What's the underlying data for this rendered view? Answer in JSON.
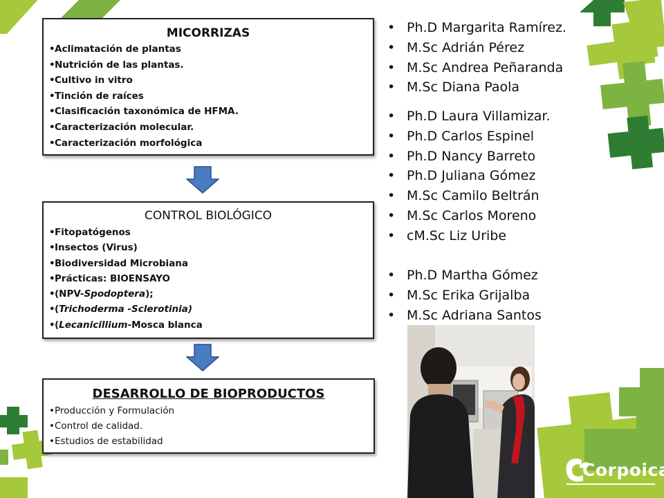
{
  "colors": {
    "green_dark": "#2e7d32",
    "green_mid": "#7cb342",
    "green_light": "#a5c93a",
    "arrow_fill": "#4a7cc4",
    "arrow_stroke": "#2a4f8a"
  },
  "micorrizas": {
    "title": "MICORRIZAS",
    "items": [
      "Aclimatación de plantas",
      "Nutrición de las plantas.",
      "Cultivo in vitro",
      "Tinción de raíces",
      "Clasificación taxonómica de HFMA.",
      "Caracterización molecular.",
      "Caracterización morfológica"
    ]
  },
  "control": {
    "title": "CONTROL BIOLÓGICO",
    "items": [
      "Fitopatógenos",
      "Insectos (Virus)",
      "Biodiversidad Microbiana",
      "Prácticas: BIOENSAYO"
    ],
    "practicas": [
      {
        "open": "(NPV-",
        "italic": "Spodoptera",
        "close": ");"
      },
      {
        "open": "(",
        "italic": "Trichoderma -Sclerotinia)",
        "close": ""
      },
      {
        "open": "(",
        "italic": "Lecanicillium",
        "close": "-Mosca blanca"
      }
    ]
  },
  "desarrollo": {
    "title": "DESARROLLO DE BIOPRODUCTOS",
    "items": [
      "Producción y Formulación",
      "Control de calidad.",
      "Estudios de estabilidad"
    ]
  },
  "names_group_1": [
    "Ph.D Margarita Ramírez.",
    "M.Sc Adrián Pérez",
    "M.Sc Andrea Peñaranda",
    "M.Sc Diana Paola"
  ],
  "names_group_2": [
    "Ph.D Laura Villamizar.",
    "Ph.D Carlos Espinel",
    "Ph.D Nancy Barreto",
    "Ph.D Juliana Gómez",
    "M.Sc Camilo Beltrán",
    "M.Sc Carlos Moreno",
    "cM.Sc Liz Uribe"
  ],
  "names_group_3": [
    "Ph.D Martha Gómez",
    "M.Sc Erika Grijalba",
    "M.Sc Adriana Santos"
  ],
  "logo": {
    "text": "Corpoica",
    "icon": "corpoica-leaf-icon"
  },
  "icons": {
    "arrow": "down-arrow-icon",
    "decor": "green-cross-icon"
  }
}
